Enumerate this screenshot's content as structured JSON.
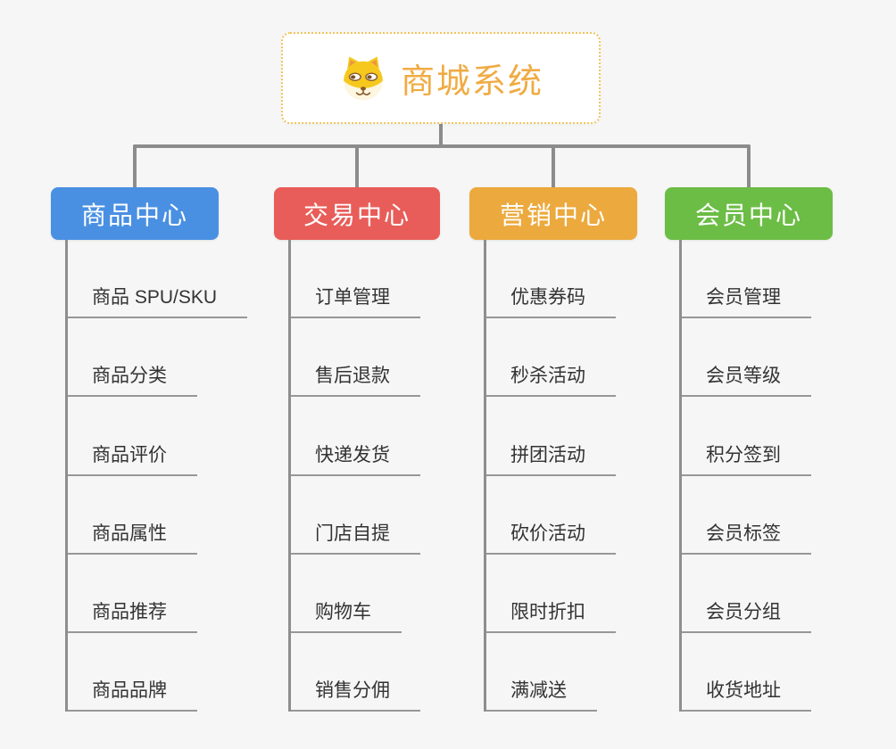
{
  "root": {
    "title": "商城系统",
    "icon": "dog-face-icon",
    "title_color": "#f0ab43",
    "border_color": "#f2c35e"
  },
  "branches": [
    {
      "label": "商品中心",
      "color": "#4a90e2",
      "items": [
        "商品 SPU/SKU",
        "商品分类",
        "商品评价",
        "商品属性",
        "商品推荐",
        "商品品牌"
      ]
    },
    {
      "label": "交易中心",
      "color": "#e85d59",
      "items": [
        "订单管理",
        "售后退款",
        "快递发货",
        "门店自提",
        "购物车",
        "销售分佣"
      ]
    },
    {
      "label": "营销中心",
      "color": "#eca93d",
      "items": [
        "优惠券码",
        "秒杀活动",
        "拼团活动",
        "砍价活动",
        "限时折扣",
        "满减送"
      ]
    },
    {
      "label": "会员中心",
      "color": "#6cbd45",
      "items": [
        "会员管理",
        "会员等级",
        "积分签到",
        "会员标签",
        "会员分组",
        "收货地址"
      ]
    }
  ],
  "style": {
    "background": "#f5f6f5",
    "connector_color": "#8c8c8c",
    "underline_color": "#979797",
    "item_text_color": "#333333"
  }
}
